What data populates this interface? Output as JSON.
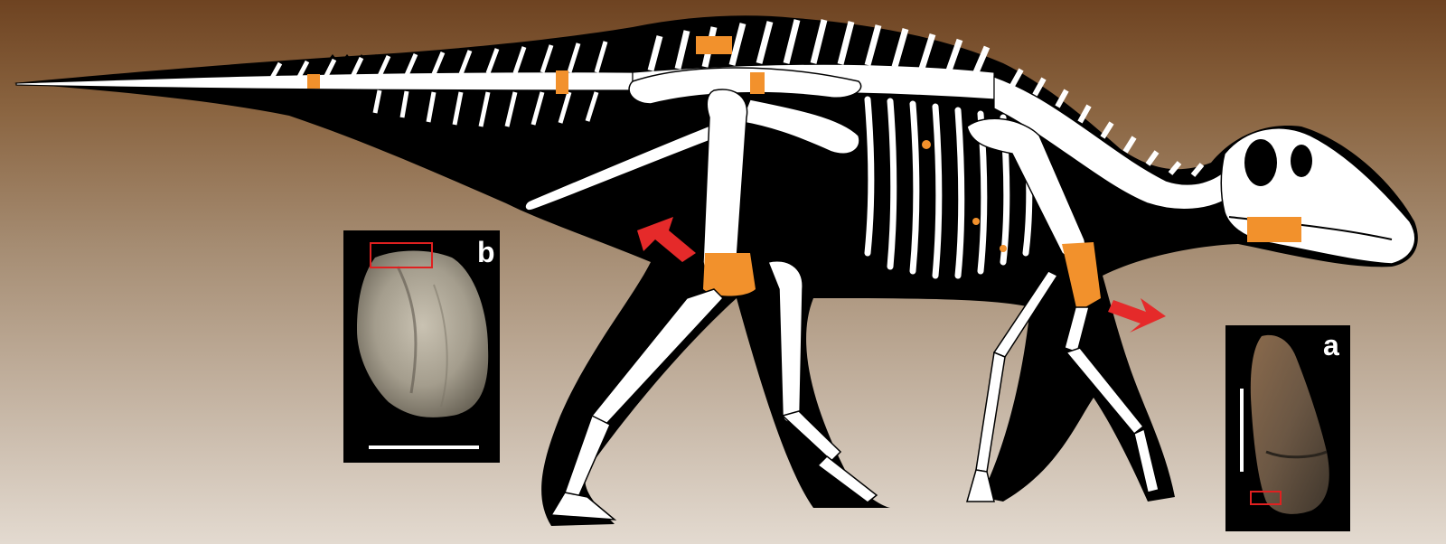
{
  "figure": {
    "skeleton": "hadrosaur-skeleton-reconstruction",
    "colors": {
      "silhouette": "#000000",
      "bone": "#ffffff",
      "preserved_bone": "#f2912c",
      "arrow": "#e52a2a",
      "highlight_box": "#e02020",
      "background_top": "#6e4321",
      "background_bottom": "#e3dad0"
    },
    "arrows": [
      {
        "points_to": "femur-distal-end"
      },
      {
        "points_to": "humerus-distal-end"
      }
    ]
  },
  "panels": {
    "b": {
      "label": "b",
      "content": "fossil-bone-photo-b"
    },
    "a": {
      "label": "a",
      "content": "fossil-bone-photo-a"
    }
  }
}
